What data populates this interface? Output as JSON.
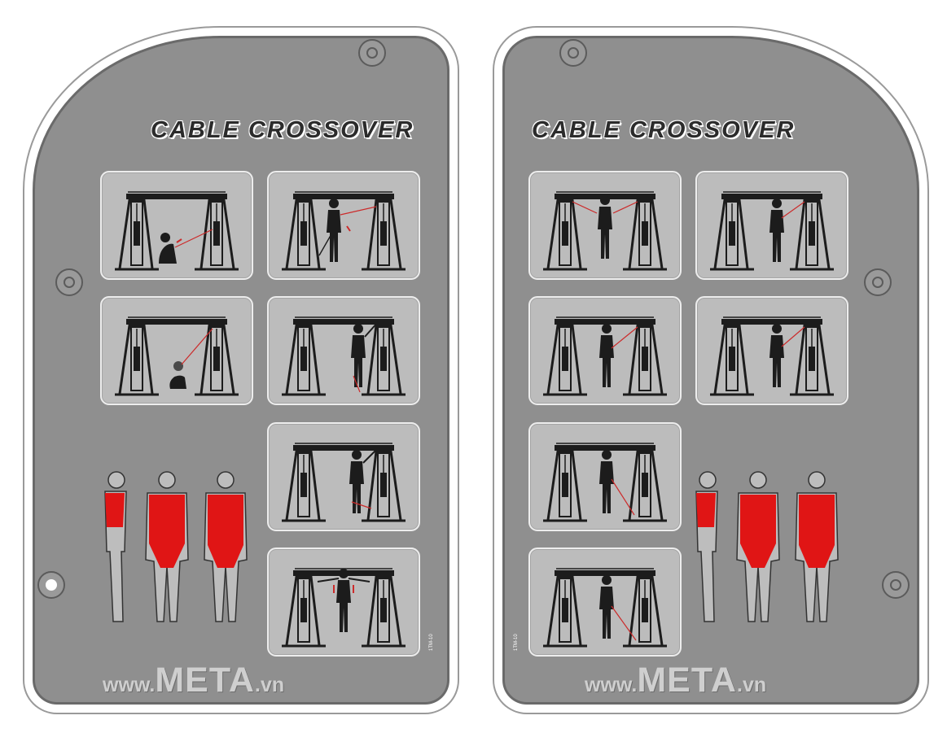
{
  "panels": [
    {
      "side": "left",
      "title": "CABLE CROSSOVER",
      "brand": {
        "prefix": "www.",
        "name": "META",
        "suffix": ".vn"
      },
      "code": "1TM-10",
      "exercises": [
        "kneeling-cable-row",
        "standing-single-arm-pull",
        "kneeling-cable-crunch",
        "single-arm-high-pull",
        "single-arm-high-pull-variant",
        "wide-overhead-pull"
      ],
      "illustrations": [
        "muscle-chart-side",
        "muscle-chart-back",
        "muscle-chart-front"
      ]
    },
    {
      "side": "right",
      "title": "CABLE CROSSOVER",
      "brand": {
        "prefix": "www.",
        "name": "META",
        "suffix": ".vn"
      },
      "code": "1TM-10",
      "exercises": [
        "cable-chest-fly",
        "standing-cable-press",
        "side-lateral-pull",
        "single-arm-cable-press",
        "standing-low-curl",
        "standing-low-row"
      ],
      "illustrations": [
        "muscle-chart-side",
        "muscle-chart-back",
        "muscle-chart-front"
      ]
    }
  ],
  "colors": {
    "plate": "#8f8f8f",
    "card": "#bcbcbc",
    "muscle": "#e01515",
    "figure": "#1c1c1c"
  }
}
